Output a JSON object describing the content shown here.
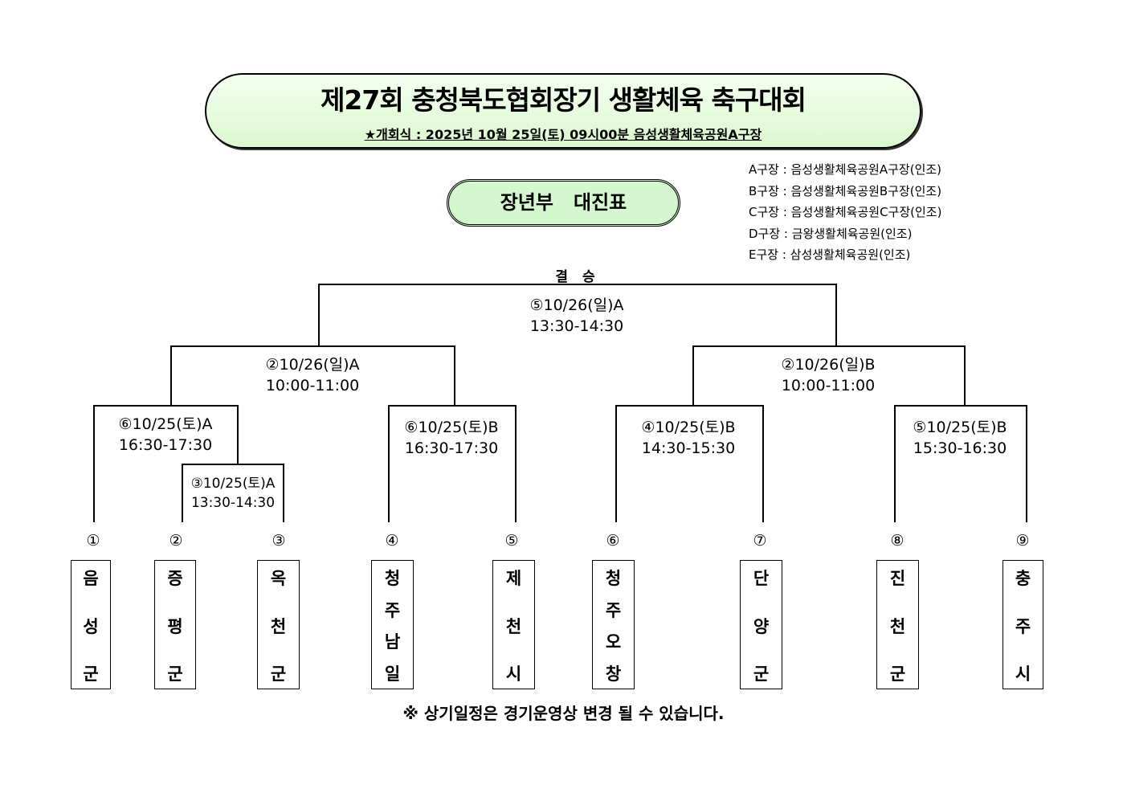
{
  "header": {
    "title": "제27회 충청북도협회장기 생활체육 축구대회",
    "opening": "★개회식 : 2025년 10월 25일(토) 09시00분 음성생활체육공원A구장"
  },
  "venues": [
    "A구장 : 음성생활체육공원A구장(인조)",
    "B구장 : 음성생활체육공원B구장(인조)",
    "C구장 : 음성생활체육공원C구장(인조)",
    "D구장 : 금왕생활체육공원(인조)",
    "E구장 : 삼성생활체육공원(인조)"
  ],
  "division_title": "장년부   대진표",
  "final_label": "결 승",
  "matches": {
    "final": {
      "line1": "⑤10/26(일)A",
      "line2": "13:30-14:30"
    },
    "semi_left": {
      "line1": "②10/26(일)A",
      "line2": "10:00-11:00"
    },
    "semi_right": {
      "line1": "②10/26(일)B",
      "line2": "10:00-11:00"
    },
    "qf1": {
      "line1": "⑥10/25(토)A",
      "line2": "16:30-17:30"
    },
    "r1": {
      "line1": "③10/25(토)A",
      "line2": "13:30-14:30"
    },
    "qf2": {
      "line1": "⑥10/25(토)B",
      "line2": "16:30-17:30"
    },
    "qf3": {
      "line1": "④10/25(토)B",
      "line2": "14:30-15:30"
    },
    "qf4": {
      "line1": "⑤10/25(토)B",
      "line2": "15:30-16:30"
    }
  },
  "teams": [
    {
      "seed": "①",
      "chars": [
        "음",
        "성",
        "군"
      ]
    },
    {
      "seed": "②",
      "chars": [
        "증",
        "평",
        "군"
      ]
    },
    {
      "seed": "③",
      "chars": [
        "옥",
        "천",
        "군"
      ]
    },
    {
      "seed": "④",
      "chars": [
        "청",
        "주",
        "남",
        "일"
      ]
    },
    {
      "seed": "⑤",
      "chars": [
        "제",
        "천",
        "시"
      ]
    },
    {
      "seed": "⑥",
      "chars": [
        "청",
        "주",
        "오",
        "창"
      ]
    },
    {
      "seed": "⑦",
      "chars": [
        "단",
        "양",
        "군"
      ]
    },
    {
      "seed": "⑧",
      "chars": [
        "진",
        "천",
        "군"
      ]
    },
    {
      "seed": "⑨",
      "chars": [
        "충",
        "주",
        "시"
      ]
    }
  ],
  "note": "※ 상기일정은 경기운영상 변경 될 수 있습니다."
}
